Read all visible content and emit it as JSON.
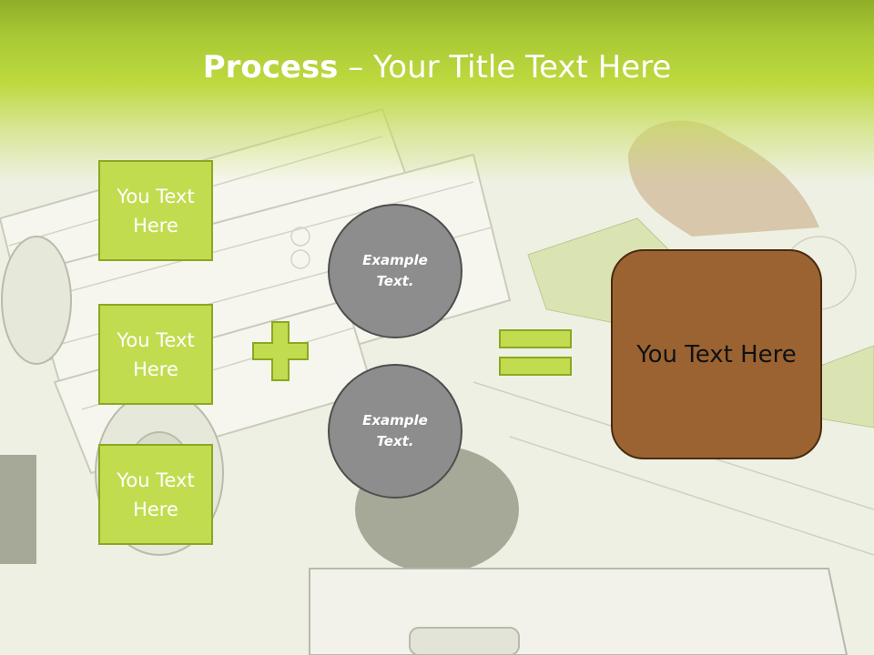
{
  "slide": {
    "title_strong": "Process",
    "title_rest": " – Your Title Text Here",
    "squares": [
      {
        "text": "You Text Here"
      },
      {
        "text": "You Text Here"
      },
      {
        "text": "You Text Here"
      }
    ],
    "circles": [
      {
        "text": "Example Text."
      },
      {
        "text": "Example Text."
      }
    ],
    "result": {
      "text": "You Text Here"
    }
  },
  "colors": {
    "accent_green": "#c2dc50",
    "circle_grey": "#8d8d8d",
    "result_brown": "#9b6332"
  },
  "icons": {
    "plus": "plus-icon",
    "equals": "equals-icon"
  }
}
